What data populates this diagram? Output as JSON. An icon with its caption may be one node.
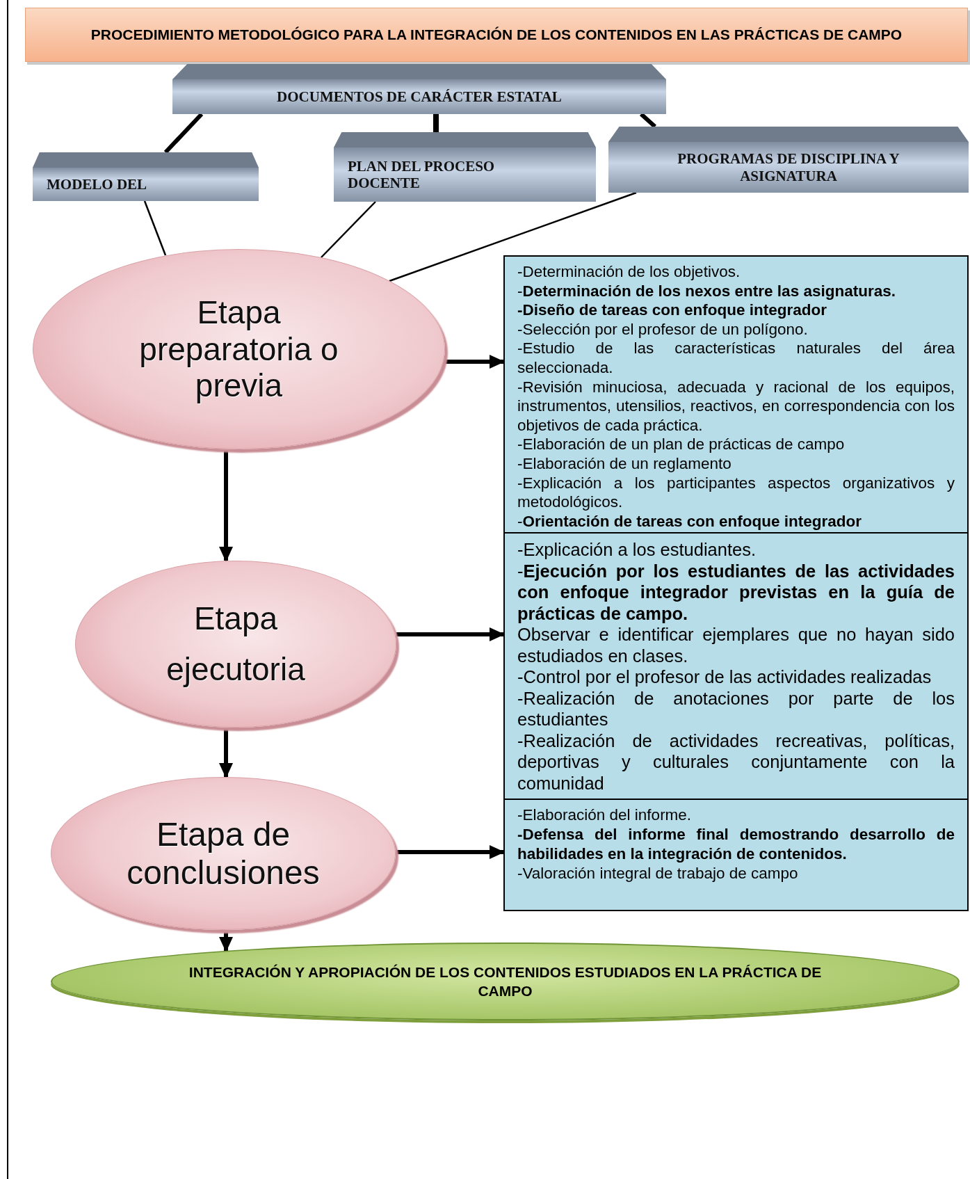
{
  "diagram": {
    "title": "PROCEDIMIENTO METODOLÓGICO PARA LA INTEGRACIÓN DE LOS CONTENIDOS EN LAS PRÁCTICAS DE CAMPO",
    "nodes": [
      {
        "text": [
          "DOCUMENTOS DE CARÁCTER ESTATAL"
        ]
      },
      {
        "text": [
          "MODELO DEL"
        ]
      },
      {
        "text": [
          "PLAN DEL PROCESO DOCENTE"
        ]
      },
      {
        "text": [
          "PROGRAMAS DE DISCIPLINA Y ASIGNATURA"
        ]
      },
      {
        "text": [
          "Etapa preparatoria o previa"
        ]
      },
      {
        "text": [
          "-Determinación de los objetivos.",
          "-**Determinación de los nexos entre las asignaturas.**",
          "**-Diseño de tareas con enfoque integrador**",
          "-Selección por el profesor de un polígono.",
          "-Estudio de las características naturales del área seleccionada.",
          "-Revisión minuciosa, adecuada y racional de los equipos, instrumentos, utensilios, reactivos, en correspondencia con los objetivos de cada práctica.",
          "-Elaboración de un plan de prácticas de campo",
          "-Elaboración de un reglamento",
          "-Explicación a los participantes aspectos organizativos y metodológicos.",
          "-**Orientación de tareas con enfoque integrador**"
        ]
      },
      {
        "text": [
          "Etapa",
          "ejecutoria"
        ]
      },
      {
        "text": [
          "-Explicación a los estudiantes.",
          "-**Ejecución por los estudiantes de las actividades con enfoque integrador previstas en la guía de prácticas de campo.**",
          "Observar e identificar ejemplares que no hayan sido estudiados en clases.",
          "-Control por el profesor de las actividades realizadas",
          "-Realización de anotaciones por parte de los estudiantes",
          "-Realización de actividades recreativas, políticas, deportivas y culturales conjuntamente con la comunidad"
        ]
      },
      {
        "text": [
          "Etapa de conclusiones"
        ]
      },
      {
        "text": [
          "-Elaboración del informe.",
          "**-Defensa del informe final demostrando desarrollo de habilidades en la integración de contenidos.**",
          "-Valoración integral de trabajo de campo"
        ]
      },
      {
        "text": [
          "INTEGRACIÓN Y APROPIACIÓN  DE LOS CONTENIDOS ESTUDIADOS EN LA PRÁCTICA DE CAMPO"
        ]
      }
    ],
    "edges": [
      {
        "from": 0,
        "to": 1,
        "arrow": "none"
      },
      {
        "from": 0,
        "to": 2,
        "arrow": "none"
      },
      {
        "from": 0,
        "to": 3,
        "arrow": "none"
      },
      {
        "from": 1,
        "to": 4,
        "arrow": "none"
      },
      {
        "from": 2,
        "to": 4,
        "arrow": "none"
      },
      {
        "from": 3,
        "to": 4,
        "arrow": "none"
      },
      {
        "from": 4,
        "to": 5,
        "arrow": "to"
      },
      {
        "from": 4,
        "to": 6,
        "arrow": "to"
      },
      {
        "from": 6,
        "to": 7,
        "arrow": "to"
      },
      {
        "from": 6,
        "to": 8,
        "arrow": "to"
      },
      {
        "from": 8,
        "to": 9,
        "arrow": "to"
      },
      {
        "from": 8,
        "to": 10,
        "arrow": "to"
      }
    ]
  }
}
